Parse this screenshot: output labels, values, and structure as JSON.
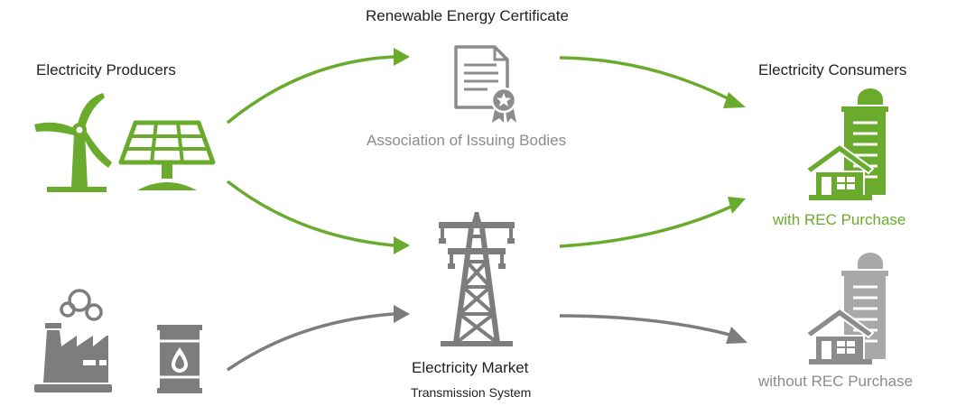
{
  "labels": {
    "producers": "Electricity Producers",
    "certificate": "Renewable Energy Certificate",
    "issuer": "Association of Issuing Bodies",
    "consumers": "Electricity Consumers",
    "with_rec": "with REC Purchase",
    "without_rec": "without REC Purchase",
    "market": "Electricity Market",
    "transmission": "Transmission System"
  },
  "colors": {
    "green": "#6aab2e",
    "grey": "#7d7d7d",
    "light_grey": "#a8a8a8",
    "text": "#222222"
  },
  "icons": [
    "wind-turbine-icon",
    "solar-panel-icon",
    "factory-icon",
    "oil-barrel-icon",
    "certificate-icon",
    "transmission-tower-icon",
    "building-house-icon"
  ]
}
